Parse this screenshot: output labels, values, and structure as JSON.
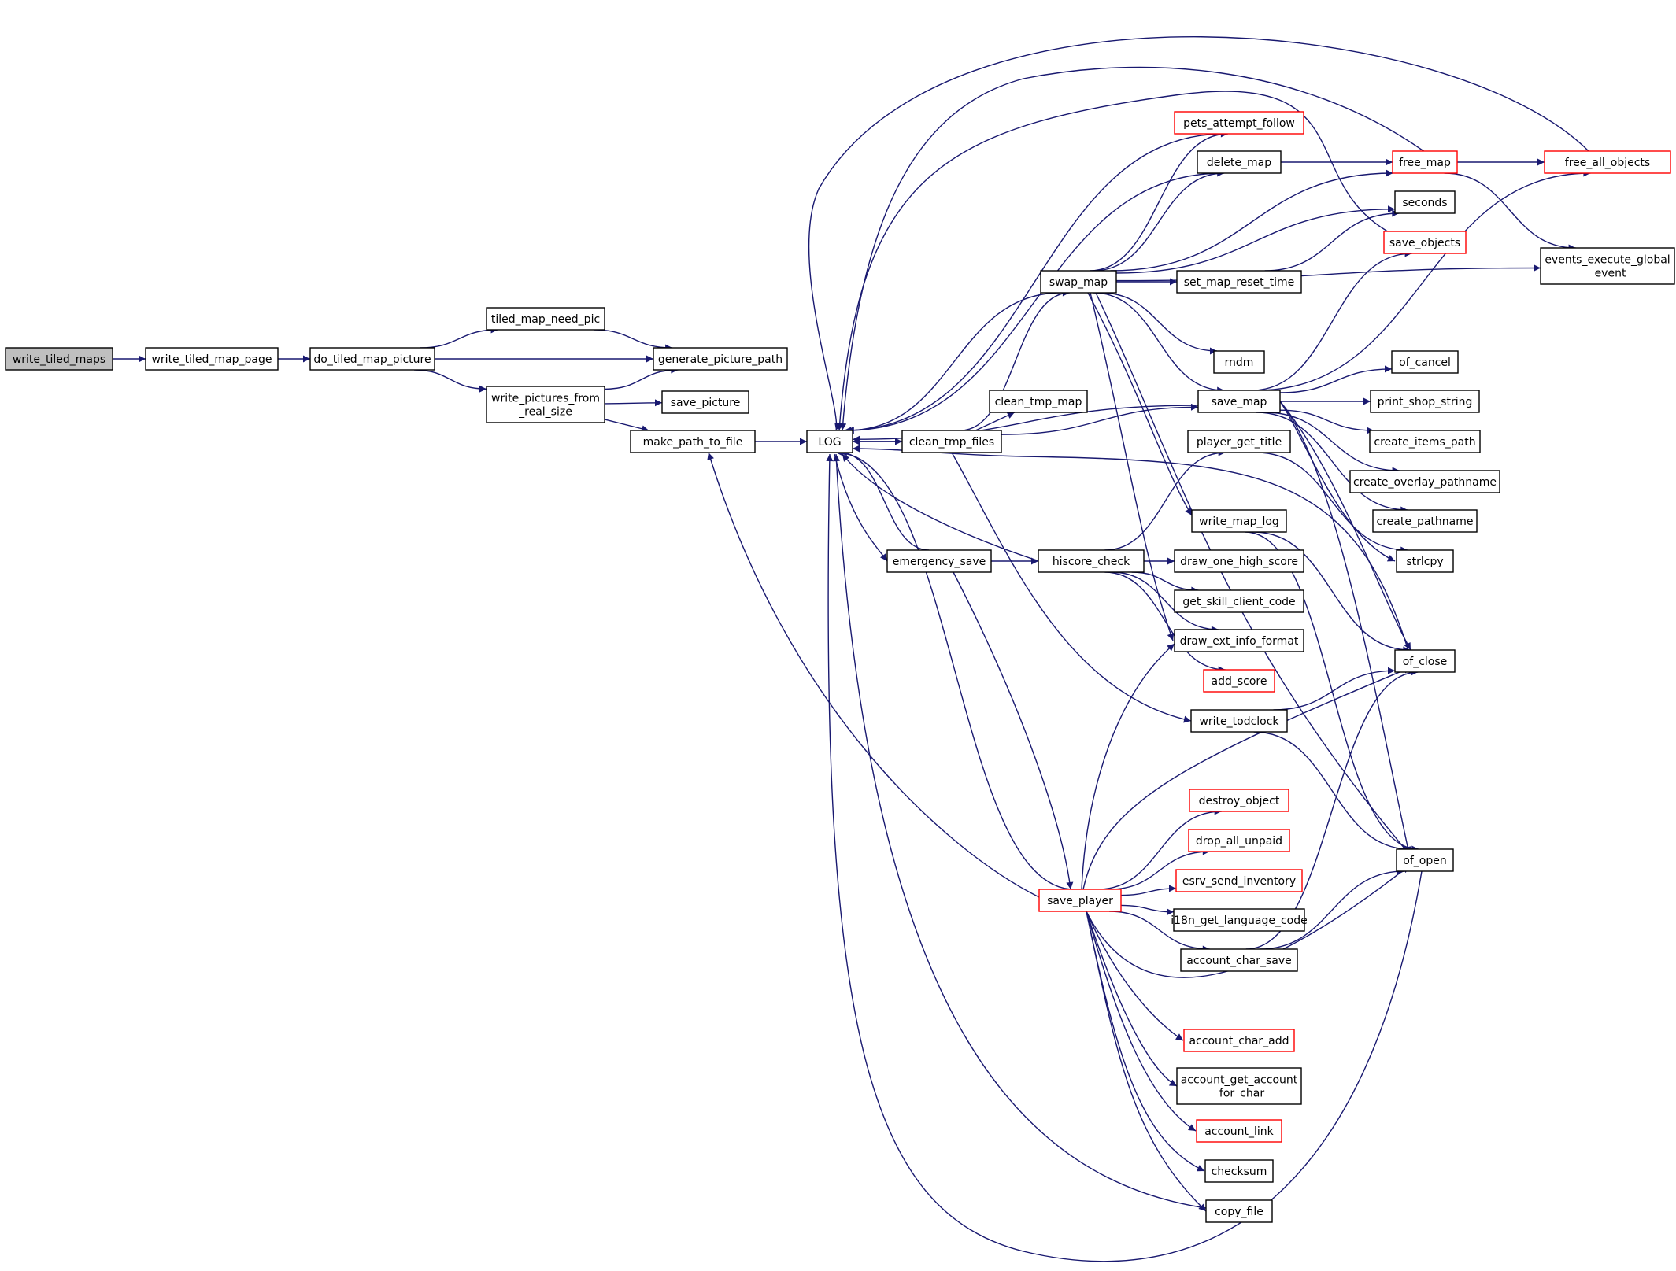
{
  "diagram": {
    "type": "call-graph",
    "colors": {
      "edge": "#191970",
      "box_border": "#000000",
      "truncated_border": "#ff0000",
      "root_fill": "#bfbfbf",
      "background": "#ffffff"
    },
    "nodes": [
      {
        "id": "write_tiled_maps",
        "lines": [
          "write_tiled_maps"
        ],
        "style": "root"
      },
      {
        "id": "write_tiled_map_page",
        "lines": [
          "write_tiled_map_page"
        ],
        "style": "normal"
      },
      {
        "id": "do_tiled_map_picture",
        "lines": [
          "do_tiled_map_picture"
        ],
        "style": "normal"
      },
      {
        "id": "tiled_map_need_pic",
        "lines": [
          "tiled_map_need_pic"
        ],
        "style": "normal"
      },
      {
        "id": "generate_picture_path",
        "lines": [
          "generate_picture_path"
        ],
        "style": "normal"
      },
      {
        "id": "write_pictures_from_real_size",
        "lines": [
          "write_pictures_from",
          "_real_size"
        ],
        "style": "normal"
      },
      {
        "id": "save_picture",
        "lines": [
          "save_picture"
        ],
        "style": "normal"
      },
      {
        "id": "make_path_to_file",
        "lines": [
          "make_path_to_file"
        ],
        "style": "normal"
      },
      {
        "id": "LOG",
        "lines": [
          "LOG"
        ],
        "style": "normal"
      },
      {
        "id": "clean_tmp_files",
        "lines": [
          "clean_tmp_files"
        ],
        "style": "normal"
      },
      {
        "id": "clean_tmp_map",
        "lines": [
          "clean_tmp_map"
        ],
        "style": "normal"
      },
      {
        "id": "emergency_save",
        "lines": [
          "emergency_save"
        ],
        "style": "normal"
      },
      {
        "id": "hiscore_check",
        "lines": [
          "hiscore_check"
        ],
        "style": "normal"
      },
      {
        "id": "swap_map",
        "lines": [
          "swap_map"
        ],
        "style": "normal"
      },
      {
        "id": "save_player",
        "lines": [
          "save_player"
        ],
        "style": "truncated"
      },
      {
        "id": "pets_attempt_follow",
        "lines": [
          "pets_attempt_follow"
        ],
        "style": "truncated"
      },
      {
        "id": "delete_map",
        "lines": [
          "delete_map"
        ],
        "style": "normal"
      },
      {
        "id": "set_map_reset_time",
        "lines": [
          "set_map_reset_time"
        ],
        "style": "normal"
      },
      {
        "id": "rndm",
        "lines": [
          "rndm"
        ],
        "style": "normal"
      },
      {
        "id": "save_map",
        "lines": [
          "save_map"
        ],
        "style": "normal"
      },
      {
        "id": "player_get_title",
        "lines": [
          "player_get_title"
        ],
        "style": "normal"
      },
      {
        "id": "write_map_log",
        "lines": [
          "write_map_log"
        ],
        "style": "normal"
      },
      {
        "id": "draw_one_high_score",
        "lines": [
          "draw_one_high_score"
        ],
        "style": "normal"
      },
      {
        "id": "get_skill_client_code",
        "lines": [
          "get_skill_client_code"
        ],
        "style": "normal"
      },
      {
        "id": "draw_ext_info_format",
        "lines": [
          "draw_ext_info_format"
        ],
        "style": "normal"
      },
      {
        "id": "add_score",
        "lines": [
          "add_score"
        ],
        "style": "truncated"
      },
      {
        "id": "write_todclock",
        "lines": [
          "write_todclock"
        ],
        "style": "normal"
      },
      {
        "id": "destroy_object",
        "lines": [
          "destroy_object"
        ],
        "style": "truncated"
      },
      {
        "id": "drop_all_unpaid",
        "lines": [
          "drop_all_unpaid"
        ],
        "style": "truncated"
      },
      {
        "id": "esrv_send_inventory",
        "lines": [
          "esrv_send_inventory"
        ],
        "style": "truncated"
      },
      {
        "id": "i18n_get_language_code",
        "lines": [
          "i18n_get_language_code"
        ],
        "style": "normal"
      },
      {
        "id": "account_char_save",
        "lines": [
          "account_char_save"
        ],
        "style": "normal"
      },
      {
        "id": "account_char_add",
        "lines": [
          "account_char_add"
        ],
        "style": "truncated"
      },
      {
        "id": "account_get_account_for_char",
        "lines": [
          "account_get_account",
          "_for_char"
        ],
        "style": "normal"
      },
      {
        "id": "account_link",
        "lines": [
          "account_link"
        ],
        "style": "truncated"
      },
      {
        "id": "checksum",
        "lines": [
          "checksum"
        ],
        "style": "normal"
      },
      {
        "id": "copy_file",
        "lines": [
          "copy_file"
        ],
        "style": "normal"
      },
      {
        "id": "free_map",
        "lines": [
          "free_map"
        ],
        "style": "truncated"
      },
      {
        "id": "seconds",
        "lines": [
          "seconds"
        ],
        "style": "normal"
      },
      {
        "id": "save_objects",
        "lines": [
          "save_objects"
        ],
        "style": "truncated"
      },
      {
        "id": "of_cancel",
        "lines": [
          "of_cancel"
        ],
        "style": "normal"
      },
      {
        "id": "print_shop_string",
        "lines": [
          "print_shop_string"
        ],
        "style": "normal"
      },
      {
        "id": "create_items_path",
        "lines": [
          "create_items_path"
        ],
        "style": "normal"
      },
      {
        "id": "create_overlay_pathname",
        "lines": [
          "create_overlay_pathname"
        ],
        "style": "normal"
      },
      {
        "id": "create_pathname",
        "lines": [
          "create_pathname"
        ],
        "style": "normal"
      },
      {
        "id": "strlcpy",
        "lines": [
          "strlcpy"
        ],
        "style": "normal"
      },
      {
        "id": "of_close",
        "lines": [
          "of_close"
        ],
        "style": "normal"
      },
      {
        "id": "of_open",
        "lines": [
          "of_open"
        ],
        "style": "normal"
      },
      {
        "id": "free_all_objects",
        "lines": [
          "free_all_objects"
        ],
        "style": "truncated"
      },
      {
        "id": "events_execute_global_event",
        "lines": [
          "events_execute_global",
          "_event"
        ],
        "style": "normal"
      }
    ],
    "edges": [
      [
        "write_tiled_maps",
        "write_tiled_map_page"
      ],
      [
        "write_tiled_map_page",
        "do_tiled_map_picture"
      ],
      [
        "do_tiled_map_picture",
        "tiled_map_need_pic"
      ],
      [
        "do_tiled_map_picture",
        "generate_picture_path"
      ],
      [
        "do_tiled_map_picture",
        "write_pictures_from_real_size"
      ],
      [
        "tiled_map_need_pic",
        "generate_picture_path"
      ],
      [
        "write_pictures_from_real_size",
        "generate_picture_path"
      ],
      [
        "write_pictures_from_real_size",
        "save_picture"
      ],
      [
        "write_pictures_from_real_size",
        "make_path_to_file"
      ],
      [
        "make_path_to_file",
        "LOG"
      ],
      [
        "LOG",
        "clean_tmp_files"
      ],
      [
        "LOG",
        "emergency_save"
      ],
      [
        "clean_tmp_files",
        "LOG"
      ],
      [
        "clean_tmp_files",
        "clean_tmp_map"
      ],
      [
        "clean_tmp_files",
        "swap_map"
      ],
      [
        "clean_tmp_files",
        "save_map"
      ],
      [
        "clean_tmp_files",
        "write_todclock"
      ],
      [
        "emergency_save",
        "LOG"
      ],
      [
        "emergency_save",
        "hiscore_check"
      ],
      [
        "emergency_save",
        "save_player"
      ],
      [
        "hiscore_check",
        "LOG"
      ],
      [
        "hiscore_check",
        "player_get_title"
      ],
      [
        "hiscore_check",
        "draw_one_high_score"
      ],
      [
        "hiscore_check",
        "get_skill_client_code"
      ],
      [
        "hiscore_check",
        "draw_ext_info_format"
      ],
      [
        "hiscore_check",
        "add_score"
      ],
      [
        "swap_map",
        "LOG"
      ],
      [
        "swap_map",
        "pets_attempt_follow"
      ],
      [
        "swap_map",
        "delete_map"
      ],
      [
        "swap_map",
        "free_map"
      ],
      [
        "swap_map",
        "seconds"
      ],
      [
        "swap_map",
        "set_map_reset_time"
      ],
      [
        "swap_map",
        "events_execute_global_event"
      ],
      [
        "swap_map",
        "rndm"
      ],
      [
        "swap_map",
        "save_map"
      ],
      [
        "swap_map",
        "write_map_log"
      ],
      [
        "swap_map",
        "draw_ext_info_format"
      ],
      [
        "swap_map",
        "of_open"
      ],
      [
        "pets_attempt_follow",
        "LOG"
      ],
      [
        "delete_map",
        "LOG"
      ],
      [
        "delete_map",
        "free_map"
      ],
      [
        "set_map_reset_time",
        "seconds"
      ],
      [
        "save_map",
        "LOG"
      ],
      [
        "save_map",
        "save_objects"
      ],
      [
        "save_map",
        "free_all_objects"
      ],
      [
        "save_map",
        "of_cancel"
      ],
      [
        "save_map",
        "print_shop_string"
      ],
      [
        "save_map",
        "create_items_path"
      ],
      [
        "save_map",
        "create_overlay_pathname"
      ],
      [
        "save_map",
        "create_pathname"
      ],
      [
        "save_map",
        "strlcpy"
      ],
      [
        "save_map",
        "of_close"
      ],
      [
        "save_map",
        "of_open"
      ],
      [
        "save_objects",
        "LOG"
      ],
      [
        "free_map",
        "LOG"
      ],
      [
        "free_map",
        "free_all_objects"
      ],
      [
        "free_map",
        "events_execute_global_event"
      ],
      [
        "free_all_objects",
        "LOG"
      ],
      [
        "player_get_title",
        "strlcpy"
      ],
      [
        "write_map_log",
        "of_close"
      ],
      [
        "write_map_log",
        "of_open"
      ],
      [
        "write_todclock",
        "of_close"
      ],
      [
        "write_todclock",
        "of_open"
      ],
      [
        "of_close",
        "LOG"
      ],
      [
        "of_open",
        "LOG"
      ],
      [
        "save_player",
        "LOG"
      ],
      [
        "save_player",
        "make_path_to_file"
      ],
      [
        "save_player",
        "draw_ext_info_format"
      ],
      [
        "save_player",
        "destroy_object"
      ],
      [
        "save_player",
        "drop_all_unpaid"
      ],
      [
        "save_player",
        "esrv_send_inventory"
      ],
      [
        "save_player",
        "i18n_get_language_code"
      ],
      [
        "save_player",
        "account_char_save"
      ],
      [
        "save_player",
        "account_char_add"
      ],
      [
        "save_player",
        "account_get_account_for_char"
      ],
      [
        "save_player",
        "account_link"
      ],
      [
        "save_player",
        "checksum"
      ],
      [
        "save_player",
        "copy_file"
      ],
      [
        "save_player",
        "of_close"
      ],
      [
        "save_player",
        "of_open"
      ],
      [
        "account_char_save",
        "of_close"
      ],
      [
        "account_char_save",
        "of_open"
      ],
      [
        "copy_file",
        "LOG"
      ]
    ]
  }
}
